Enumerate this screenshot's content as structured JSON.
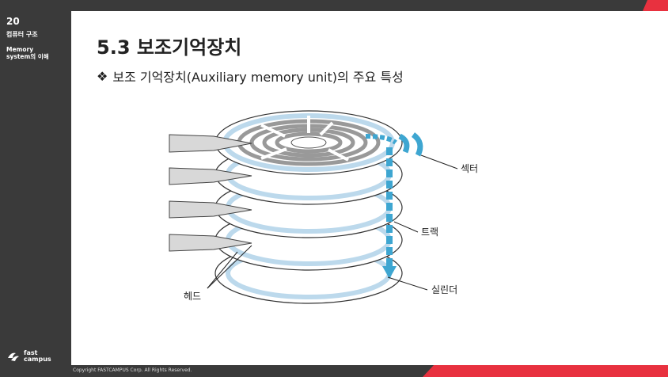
{
  "sidebar": {
    "page_number": "20",
    "course": "컴퓨터 구조",
    "chapter": "Memory\nsystem의 이해",
    "logo_text": "fast\ncampus"
  },
  "slide": {
    "title": "5.3 보조기억장치",
    "bullet": "❖",
    "subtitle": "보조 기억장치(Auxiliary memory unit)의 주요 특성"
  },
  "diagram": {
    "labels": {
      "sector": "섹터",
      "track": "트랙",
      "cylinder": "실린더",
      "head": "헤드"
    }
  },
  "footer": {
    "copyright": "Copyright FASTCAMPUS Corp. All Rights Reserved."
  },
  "colors": {
    "accent": "#e8313f",
    "sidebar": "#3a3a3a",
    "highlight": "#3ea6d1"
  },
  "icons": {
    "logo": "fastcampus-logo-icon"
  }
}
